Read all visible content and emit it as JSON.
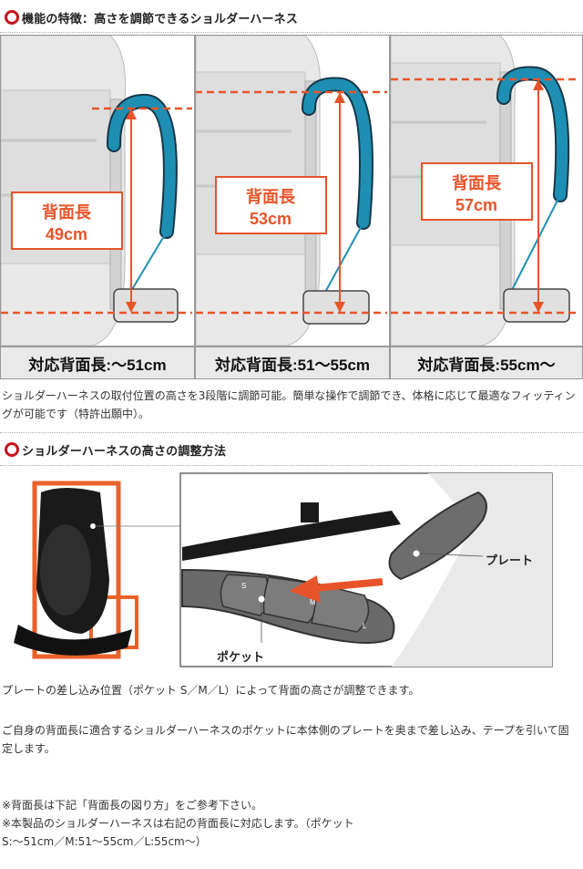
{
  "section1": {
    "title": "機能の特徴：高さを調節できるショルダーハーネス",
    "panels": [
      {
        "back_label": "背面長",
        "back_value": "49cm",
        "range": "対応背面長:〜51cm"
      },
      {
        "back_label": "背面長",
        "back_value": "53cm",
        "range": "対応背面長:51〜55cm"
      },
      {
        "back_label": "背面長",
        "back_value": "57cm",
        "range": "対応背面長:55cm〜"
      }
    ],
    "description": "ショルダーハーネスの取付位置の高さを3段階に調節可能。簡単な操作で調節でき、体格に応じて最適なフィッティングが可能です（特許出願中）。"
  },
  "section2": {
    "title": "ショルダーハーネスの高さの調整方法",
    "callouts": {
      "plate": "プレート",
      "pocket": "ポケット"
    },
    "pocket_marks": [
      "S",
      "M",
      "L"
    ],
    "paragraphs": [
      "プレートの差し込み位置（ポケット S／M／L）によって背面の高さが調整できます。",
      "ご自身の背面長に適合するショルダーハーネスのポケットに本体側のプレートを奥まで差し込み、テープを引いて固定します。",
      "※背面長は下記「背面長の図り方」をご参考下さい。\n※本製品のショルダーハーネスは右記の背面長に対応します。（ポケット\nS:〜51cm／M:51〜55cm／L:55cm〜）"
    ]
  },
  "colors": {
    "accent": "#c4161c",
    "arrow": "#e8542a",
    "harness": "#1e8fb3",
    "frame": "#e8622a"
  }
}
